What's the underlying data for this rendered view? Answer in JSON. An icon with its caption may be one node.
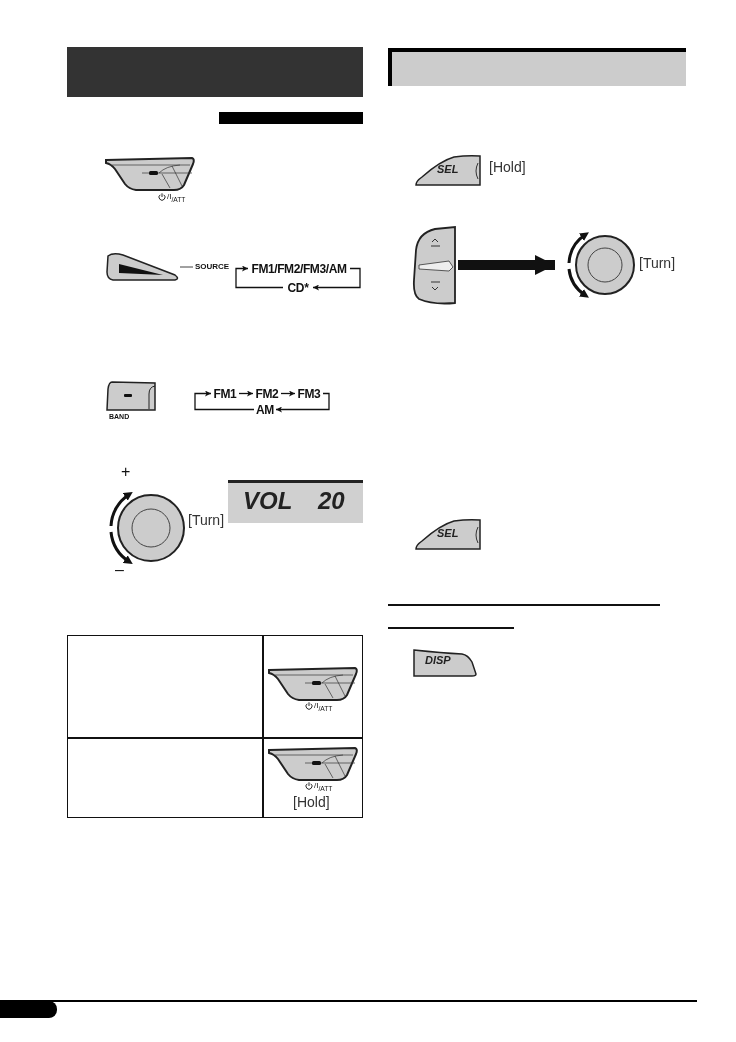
{
  "diagram": {
    "nodes": [
      {
        "text": [
          "FM1/FM2/FM3/AM"
        ]
      },
      {
        "text": [
          "CD*"
        ]
      },
      {
        "text": [
          "SOURCE"
        ]
      },
      {
        "text": [],
        "shape": "picture"
      },
      {
        "text": [
          "FM1"
        ]
      },
      {
        "text": [
          "FM2"
        ]
      },
      {
        "text": [
          "FM3"
        ]
      },
      {
        "text": [
          "AM"
        ]
      },
      {
        "text": [],
        "shape": "picture"
      },
      {
        "text": [],
        "shape": "picture",
        "beside": [
          "[Turn]"
        ]
      }
    ],
    "edges": [
      {
        "from": 0,
        "to": 1,
        "arrow": "to"
      },
      {
        "from": 1,
        "to": 0,
        "arrow": "to"
      },
      {
        "from": 2,
        "to": 3,
        "arrow": "none"
      },
      {
        "from": 4,
        "to": 5,
        "arrow": "to"
      },
      {
        "from": 5,
        "to": 6,
        "arrow": "to"
      },
      {
        "from": 6,
        "to": 7,
        "arrow": "to"
      },
      {
        "from": 7,
        "to": 4,
        "arrow": "to"
      },
      {
        "from": 8,
        "to": 9,
        "arrow": "to",
        "style": "thick"
      }
    ],
    "labels": [
      "/I$_{/ATT}$",
      "BAND",
      "+",
      "–",
      "[Turn]",
      "VOL",
      "20",
      "/I$_{/ATT}$",
      "/I$_{/ATT}$",
      "[Hold]",
      "SEL",
      "[Hold]",
      "SEL",
      "DISP"
    ]
  }
}
